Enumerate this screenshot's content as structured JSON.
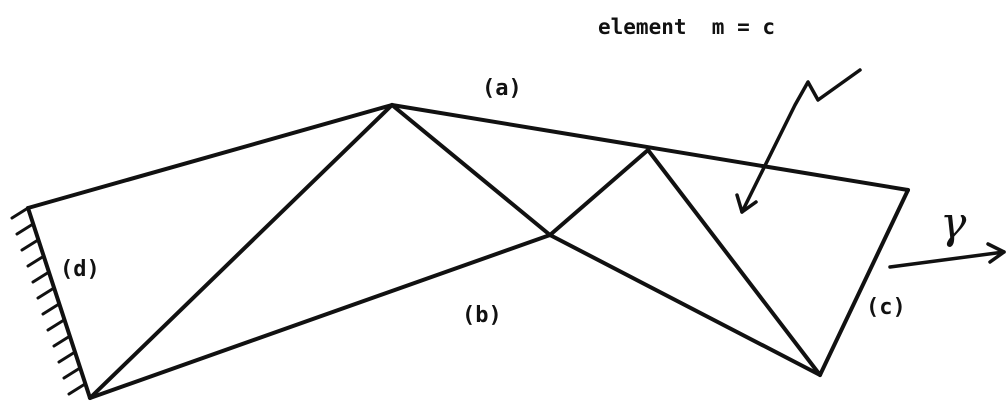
{
  "caption": "element  m = c",
  "labels": {
    "a": "(a)",
    "b": "(b)",
    "c": "(c)",
    "d": "(d)"
  },
  "gamma_symbol": "γ",
  "colors": {
    "ink": "#111111",
    "background": "#ffffff"
  }
}
